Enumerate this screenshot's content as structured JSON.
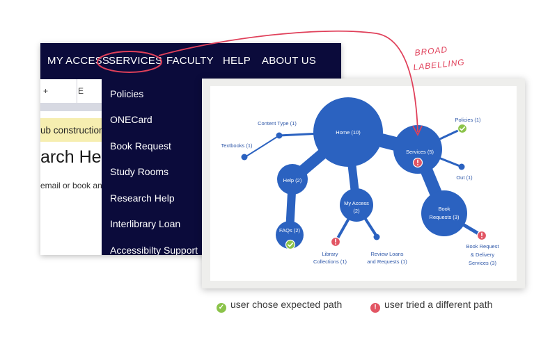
{
  "site": {
    "nav": [
      "MY ACCESS",
      "SERVICES",
      "FACULTY",
      "HELP",
      "ABOUT US"
    ],
    "subbar_plus": "+",
    "subbar_e": "E",
    "notice": "ub construction. A",
    "heading": "arch Help",
    "body": "email or book an a",
    "dropdown": [
      "Policies",
      "ONECard",
      "Book Request",
      "Study Rooms",
      "Research Help",
      "Interlibrary Loan",
      "Accessibilty Support"
    ]
  },
  "annotation": [
    "BROAD",
    "LABELLING"
  ],
  "diagram": {
    "nodes": {
      "home": "Home (10)",
      "services": "Services (5)",
      "help": "Help (2)",
      "myaccess_1": "My Access",
      "myaccess_2": "(2)",
      "book_requests_1": "Book",
      "book_requests_2": "Requests (3)",
      "faqs": "FAQs (2)",
      "content_type": "Content Type (1)",
      "textbooks": "Textbooks (1)",
      "policies": "Policies (1)",
      "out": "Out (1)",
      "library_collections_1": "Library",
      "library_collections_2": "Collections (1)",
      "review_loans_1": "Review Loans",
      "review_loans_2": "and Requests (1)",
      "book_request_delivery_1": "Book Request",
      "book_request_delivery_2": "& Delivery",
      "book_request_delivery_3": "Services (3)"
    },
    "colors": {
      "node": "#2b62c0",
      "expected": "#8bc34a",
      "different": "#e25563",
      "annotation": "#e0405a"
    }
  },
  "legend": {
    "expected": "user chose expected path",
    "different": "user tried a different path"
  }
}
